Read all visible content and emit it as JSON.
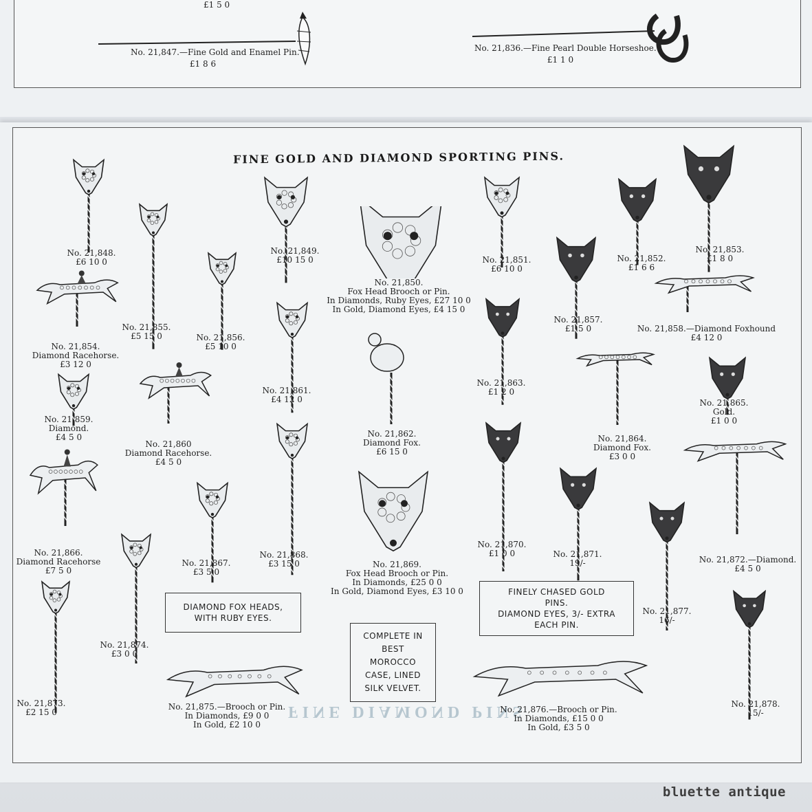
{
  "top_page": {
    "item_847": {
      "label": "No. 21,847.—Fine Gold and Enamel Pin.",
      "price": "£1  8  6"
    },
    "item_836": {
      "label": "No. 21,836.—Fine Pearl Double Horseshoe.",
      "price": "£1  1  0"
    },
    "partial_price": "£1  5  0"
  },
  "page_title": "FINE GOLD AND DIAMOND SPORTING PINS.",
  "items": [
    {
      "id": "848",
      "lines": [
        "No. 21,848.",
        "£6  10  0"
      ]
    },
    {
      "id": "849",
      "lines": [
        "No. 21,849.",
        "£10  15  0"
      ]
    },
    {
      "id": "850",
      "lines": [
        "No. 21,850.",
        "Fox Head Brooch or Pin.",
        "In Diamonds, Ruby Eyes, £27  10  0",
        "In Gold, Diamond Eyes, £4  15  0"
      ]
    },
    {
      "id": "851",
      "lines": [
        "No. 21,851.",
        "£6  10  0"
      ]
    },
    {
      "id": "852",
      "lines": [
        "No. 21,852.",
        "£1  6  6"
      ]
    },
    {
      "id": "853",
      "lines": [
        "No. 21,853.",
        "£1  8  0"
      ]
    },
    {
      "id": "854",
      "lines": [
        "No. 21,854.",
        "Diamond Racehorse.",
        "£3  12  0"
      ]
    },
    {
      "id": "855",
      "lines": [
        "No. 21,855.",
        "£5  15  0"
      ]
    },
    {
      "id": "856",
      "lines": [
        "No. 21,856.",
        "£5  10  0"
      ]
    },
    {
      "id": "857",
      "lines": [
        "No. 21,857.",
        "£1  5  0"
      ]
    },
    {
      "id": "858",
      "lines": [
        "No. 21,858.—Diamond Foxhound",
        "£4  12  0"
      ]
    },
    {
      "id": "859",
      "lines": [
        "No. 21,859.",
        "Diamond.",
        "£4  5  0"
      ]
    },
    {
      "id": "860",
      "lines": [
        "No. 21,860",
        "Diamond Racehorse.",
        "£4  5  0"
      ]
    },
    {
      "id": "861",
      "lines": [
        "No. 21,861.",
        "£4  12  0"
      ]
    },
    {
      "id": "862",
      "lines": [
        "No. 21,862.",
        "Diamond Fox.",
        "£6  15  0"
      ]
    },
    {
      "id": "863",
      "lines": [
        "No. 21,863.",
        "£1  2  0"
      ]
    },
    {
      "id": "864",
      "lines": [
        "No. 21,864.",
        "Diamond Fox.",
        "£3  0  0"
      ]
    },
    {
      "id": "865",
      "lines": [
        "No. 21,865.",
        "Gold.",
        "£1  0  0"
      ]
    },
    {
      "id": "866",
      "lines": [
        "No. 21,866.",
        "Diamond Racehorse",
        "£7  5  0"
      ]
    },
    {
      "id": "867",
      "lines": [
        "No. 21,867.",
        "£3  5  0"
      ]
    },
    {
      "id": "868",
      "lines": [
        "No. 21,868.",
        "£3  15  0"
      ]
    },
    {
      "id": "869",
      "lines": [
        "No. 21,869.",
        "Fox Head Brooch or Pin.",
        "In Diamonds, £25  0  0",
        "In Gold, Diamond Eyes, £3  10  0"
      ]
    },
    {
      "id": "870",
      "lines": [
        "No. 21,870.",
        "£1  0  0"
      ]
    },
    {
      "id": "871",
      "lines": [
        "No. 21,871.",
        "19/-"
      ]
    },
    {
      "id": "872",
      "lines": [
        "No. 21,872.—Diamond.",
        "£4  5  0"
      ]
    },
    {
      "id": "873",
      "lines": [
        "No. 21,873.",
        "£2  15  0"
      ]
    },
    {
      "id": "874",
      "lines": [
        "No. 21,874.",
        "£3  0  0"
      ]
    },
    {
      "id": "875",
      "lines": [
        "No. 21,875.—Brooch or Pin.",
        "In Diamonds, £9  0  0",
        "In Gold, £2  10  0"
      ]
    },
    {
      "id": "876",
      "lines": [
        "No. 21,876.—Brooch or Pin.",
        "In Diamonds, £15  0  0",
        "In Gold, £3  5  0"
      ]
    },
    {
      "id": "877",
      "lines": [
        "No. 21,877.",
        "16/-"
      ]
    },
    {
      "id": "878",
      "lines": [
        "No. 21,878.",
        "15/-"
      ]
    }
  ],
  "boxes": {
    "fox_heads": [
      "DIAMOND FOX HEADS,",
      "WITH RUBY EYES."
    ],
    "morocco": [
      "COMPLETE IN",
      "BEST",
      "MOROCCO",
      "CASE, LINED",
      "SILK VELVET."
    ],
    "chased": [
      "FINELY CHASED GOLD",
      "PINS.",
      "DIAMOND EYES, 3/- EXTRA",
      "EACH PIN."
    ]
  },
  "show_through_text": "FINE DIAMOND PINS",
  "watermark": "bluette antique"
}
